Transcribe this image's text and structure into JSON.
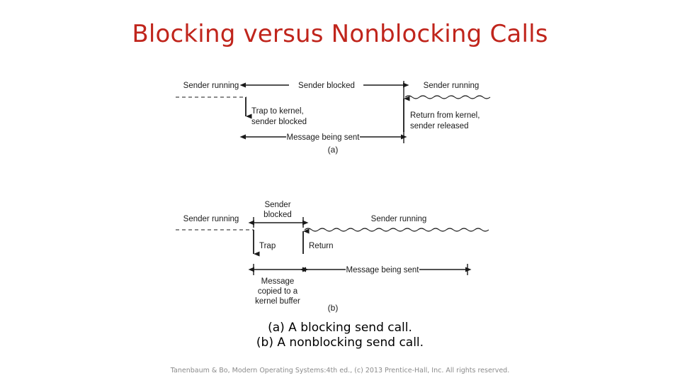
{
  "slide": {
    "title": "Blocking versus Nonblocking Calls",
    "title_color": "#C0251C",
    "background_color": "#ffffff",
    "body_text_color": "#000000",
    "figure_ink_color": "#1a1a1a"
  },
  "figure": {
    "panel_a": {
      "label": "(a)",
      "sender_running_left": "Sender running",
      "sender_blocked": "Sender blocked",
      "sender_running_right": "Sender running",
      "trap_line1": "Trap to kernel,",
      "trap_line2": "sender blocked",
      "return_line1": "Return from kernel,",
      "return_line2": "sender released",
      "message_being_sent": "Message being sent"
    },
    "panel_b": {
      "label": "(b)",
      "sender_blocked_line1": "Sender",
      "sender_blocked_line2": "blocked",
      "sender_running_left": "Sender running",
      "sender_running_right": "Sender running",
      "trap": "Trap",
      "return": "Return",
      "message_copied_line1": "Message",
      "message_copied_line2": "copied to a",
      "message_copied_line3": "kernel buffer",
      "message_being_sent": "Message being sent"
    }
  },
  "caption": {
    "line_a": "(a) A blocking send call.",
    "line_b": "(b) A nonblocking send call."
  },
  "footer": {
    "text": "Tanenbaum & Bo, Modern  Operating Systems:4th ed., (c) 2013 Prentice-Hall, Inc. All rights reserved."
  }
}
